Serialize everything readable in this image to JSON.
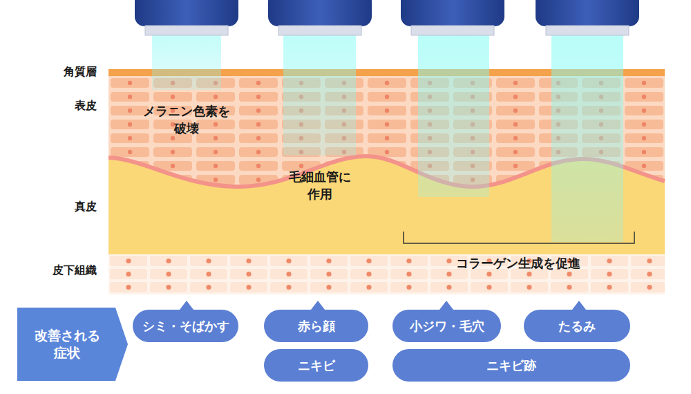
{
  "diagram": {
    "nodes": [
      {
        "text": [
          "改善される 症状"
        ]
      },
      {
        "text": [
          "シミ・そばかす"
        ]
      },
      {
        "text": [
          "赤ら顔"
        ]
      },
      {
        "text": [
          "小ジワ・毛穴"
        ]
      },
      {
        "text": [
          "たるみ"
        ]
      },
      {
        "text": [
          "ニキビ"
        ]
      },
      {
        "text": [
          "ニキビ跡"
        ]
      }
    ],
    "labels": [
      "角質層",
      "表皮",
      "真皮",
      "皮下組織",
      "メラニン色素を 破壊",
      "毛細血管に 作用",
      "コラーゲン生成を促進"
    ]
  }
}
